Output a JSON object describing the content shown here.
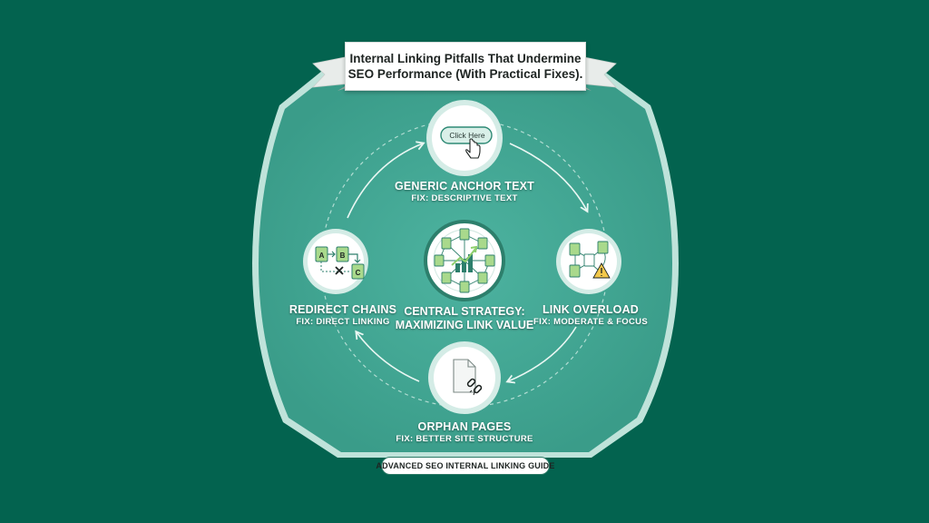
{
  "title": {
    "line1": "Internal Linking Pitfalls That Undermine",
    "line2": "SEO Performance (With Practical Fixes)."
  },
  "center": {
    "line1": "CENTRAL STRATEGY:",
    "line2": "MAXIMIZING LINK VALUE"
  },
  "pitfalls": {
    "generic_anchor": {
      "title": "GENERIC ANCHOR TEXT",
      "fix": "FIX: DESCRIPTIVE TEXT",
      "button_text": "Click Here"
    },
    "link_overload": {
      "title": "LINK OVERLOAD",
      "fix": "FIX: MODERATE & FOCUS"
    },
    "orphan_pages": {
      "title": "ORPHAN PAGES",
      "fix": "FIX: BETTER SITE STRUCTURE"
    },
    "redirect_chains": {
      "title": "REDIRECT CHAINS",
      "fix": "FIX: DIRECT LINKING",
      "node_labels": [
        "A",
        "B",
        "C"
      ]
    }
  },
  "footer": "ADVANCED SEO INTERNAL LINKING GUIDE",
  "icons": [
    "cursor-hand-icon",
    "network-chart-icon",
    "redirect-chain-icon",
    "link-overload-icon",
    "broken-link-page-icon",
    "warning-icon"
  ],
  "colors": {
    "background": "#03634f",
    "panel": "#45ab98",
    "panel_border": "#bfe3da",
    "circle_fill": "#ffffff",
    "accent_green": "#8fcf6d",
    "warning_yellow": "#f3c84b"
  }
}
